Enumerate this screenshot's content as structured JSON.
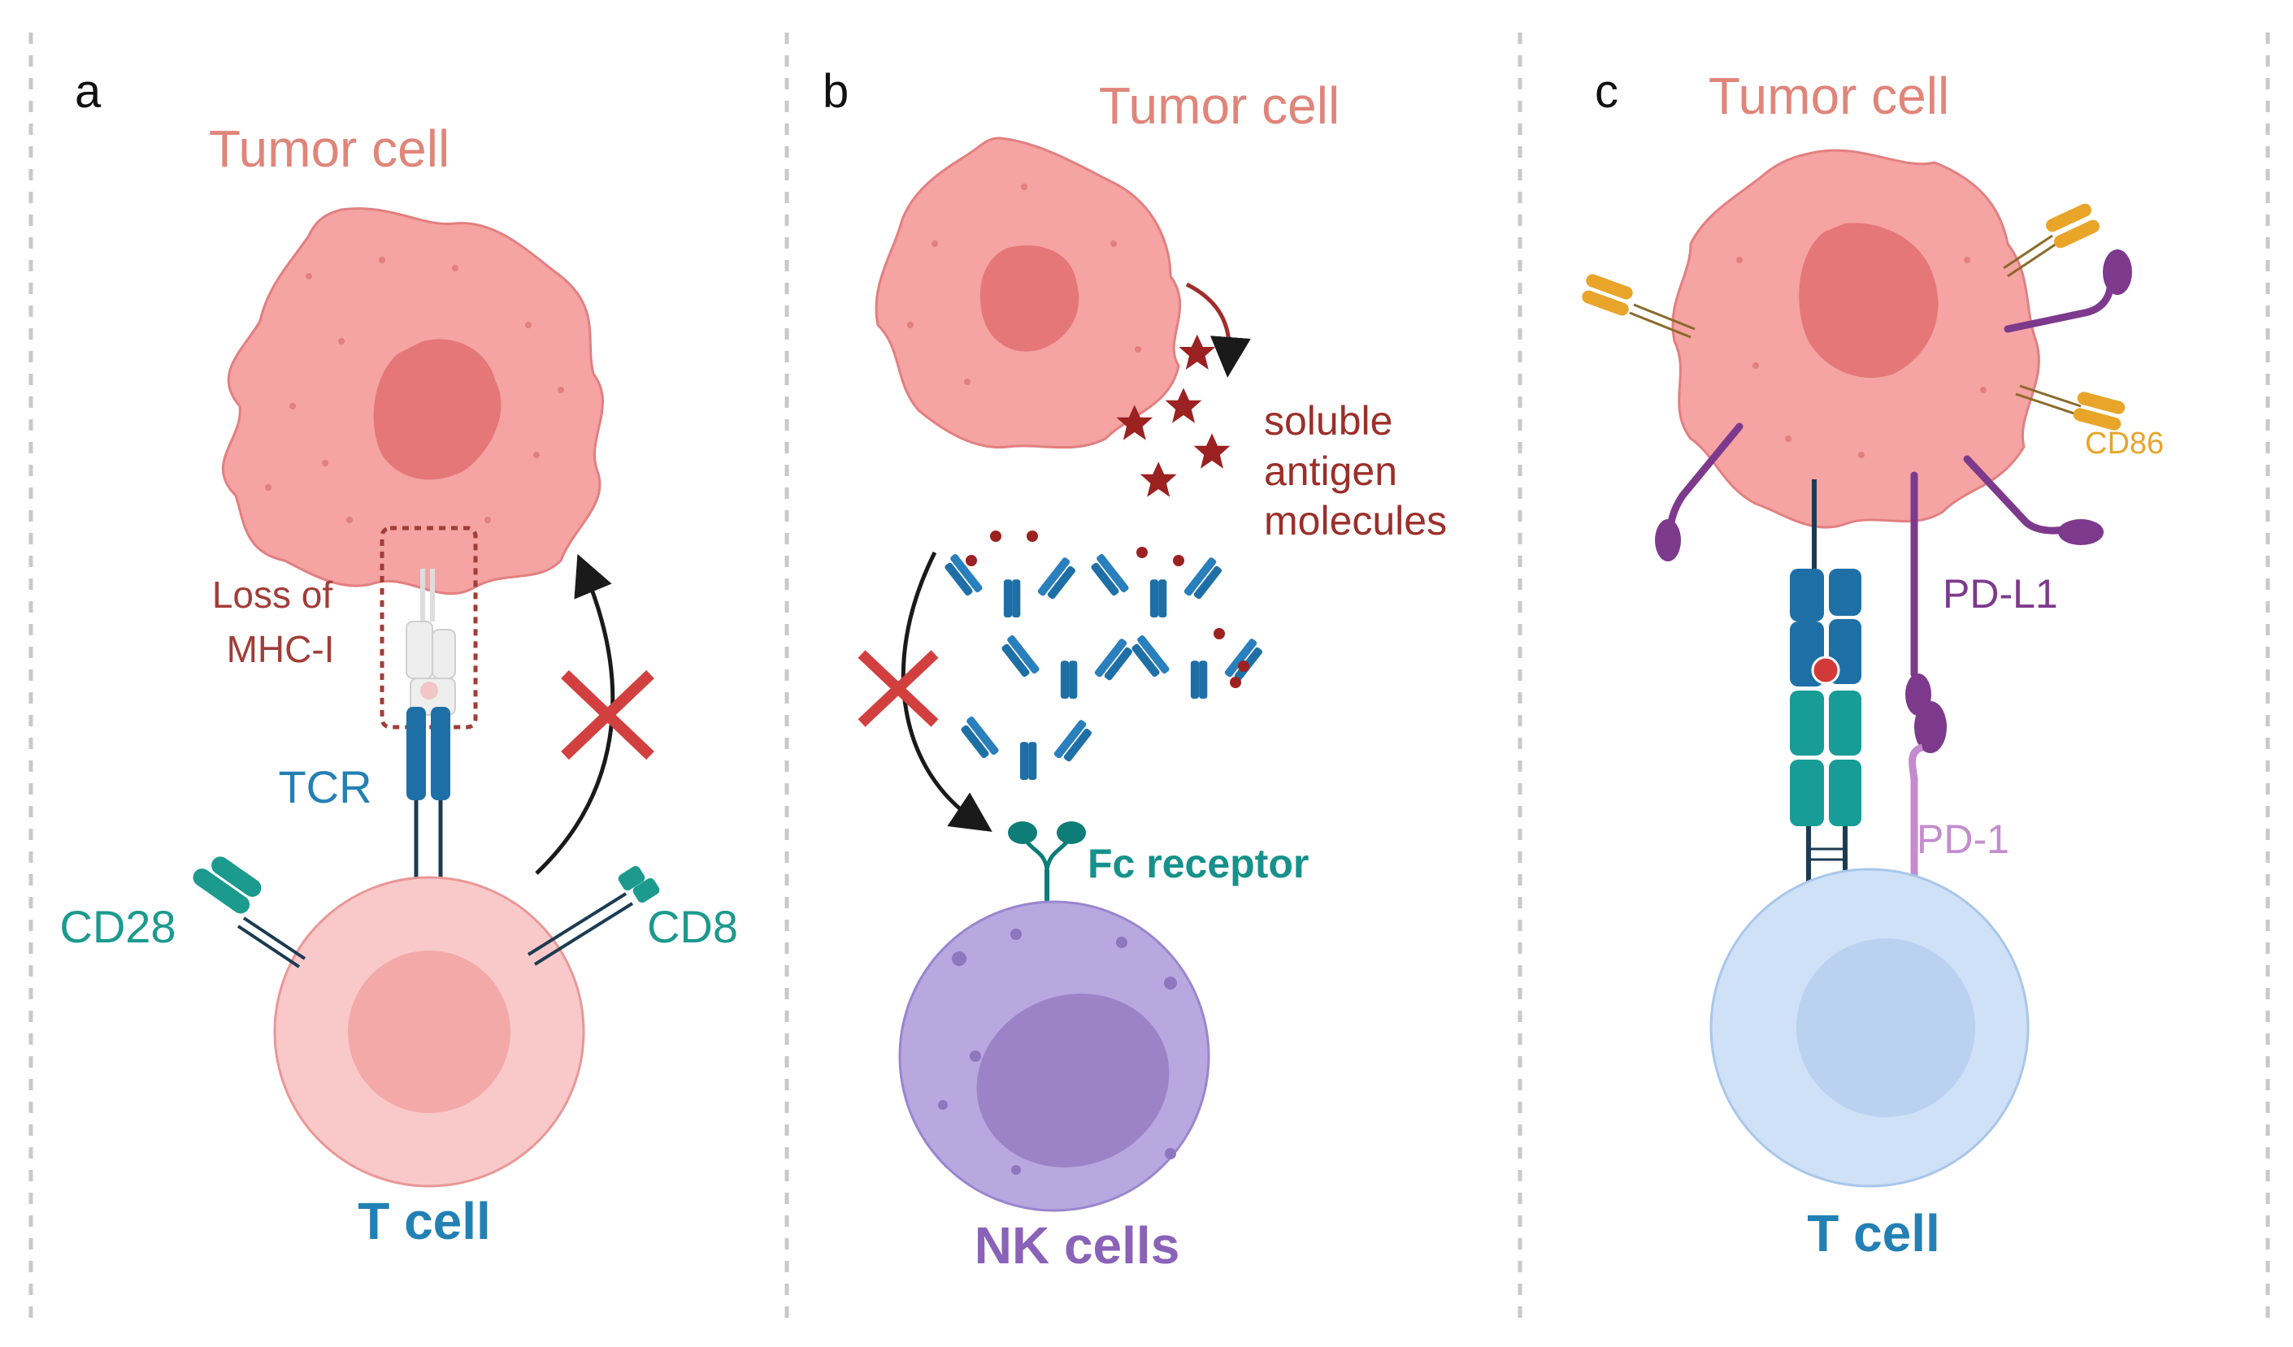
{
  "panels": {
    "a": {
      "letter": "a",
      "tumor_label": "Tumor cell",
      "mhc_label_line1": "Loss of",
      "mhc_label_line2": "MHC-I",
      "tcr_label": "TCR",
      "cd28_label": "CD28",
      "cd8_label": "CD8",
      "tcell_label": "T cell"
    },
    "b": {
      "letter": "b",
      "tumor_label": "Tumor cell",
      "soluble_line1": "soluble",
      "soluble_line2": "antigen",
      "soluble_line3": "molecules",
      "fc_label": "Fc receptor",
      "nk_label": "NK cells"
    },
    "c": {
      "letter": "c",
      "tumor_label": "Tumor cell",
      "cd86_label": "CD86",
      "pdl1_label": "PD-L1",
      "pd1_label": "PD-1",
      "tcell_label": "T cell"
    }
  },
  "colors": {
    "tumor_fill": "#f5a3a3",
    "tumor_nucleus": "#e57778",
    "tcell_fill": "#f9c9c9",
    "nk_fill": "#b9a7e0",
    "tcell_c_fill": "#cfe1f7",
    "teal": "#1c9a8e",
    "blue": "#1f6fa7",
    "cross_red": "#d1403f",
    "purple": "#7d3a8c",
    "orange": "#e8a52a"
  }
}
